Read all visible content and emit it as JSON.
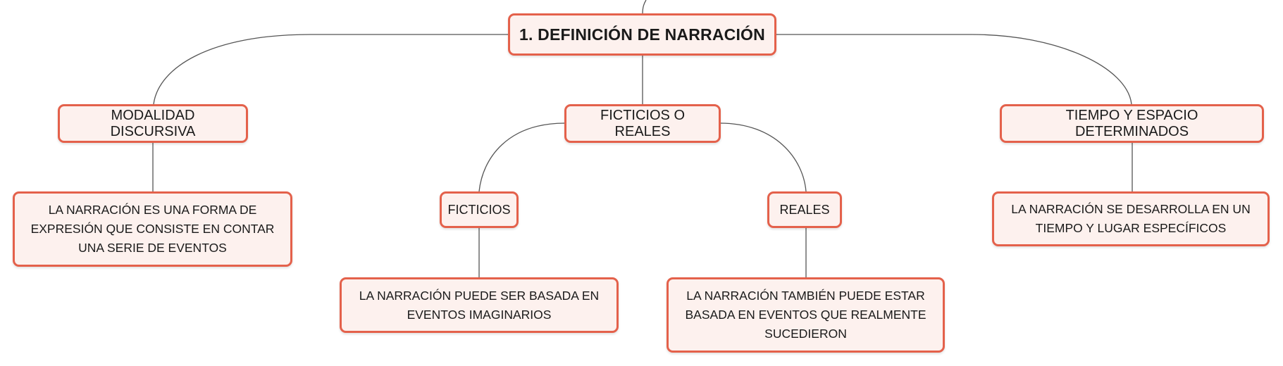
{
  "diagram": {
    "root": {
      "label": "1. DEFINICIÓN DE NARRACIÓN"
    },
    "branches": [
      {
        "label": "MODALIDAD DISCURSIVA",
        "detail": "LA NARRACIÓN ES UNA FORMA DE EXPRESIÓN QUE CONSISTE EN CONTAR UNA SERIE DE EVENTOS"
      },
      {
        "label": "FICTICIOS O REALES",
        "children": [
          {
            "label": "FICTICIOS",
            "detail": "LA NARRACIÓN PUEDE SER BASADA EN EVENTOS IMAGINARIOS"
          },
          {
            "label": "REALES",
            "detail": "LA NARRACIÓN TAMBIÉN PUEDE ESTAR BASADA EN EVENTOS QUE REALMENTE SUCEDIERON"
          }
        ]
      },
      {
        "label": "TIEMPO Y ESPACIO DETERMINADOS",
        "detail": "LA NARRACIÓN SE DESARROLLA EN UN TIEMPO Y LUGAR ESPECÍFICOS"
      }
    ]
  },
  "colors": {
    "node_border": "#e4614b",
    "node_fill": "#fdf1ee",
    "connector": "#555555",
    "text": "#1a1a1a"
  }
}
